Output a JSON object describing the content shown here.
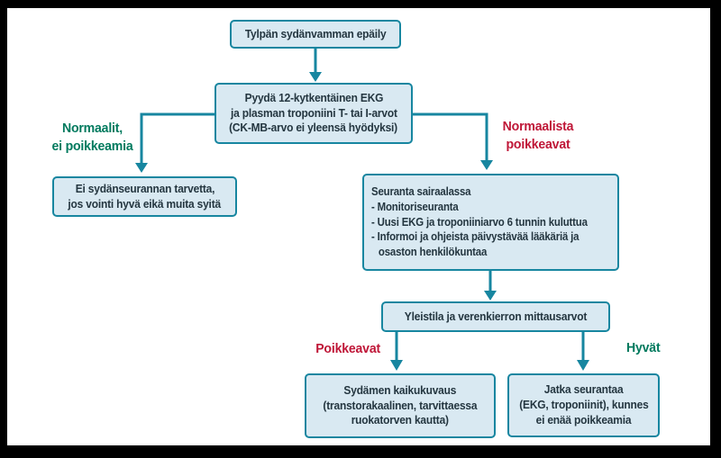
{
  "palette": {
    "frame": "#000000",
    "background": "#ffffff",
    "arrow_teal": "#1786a0",
    "box_fill": "#d9e9f2",
    "box_border": "#1786a0",
    "box_text": "#243640",
    "green_label": "#007a5e",
    "red_label": "#bf1637"
  },
  "nodes": {
    "suspicion": {
      "lines": [
        "Tylpän sydänvamman epäily"
      ]
    },
    "ekg_troponin": {
      "lines": [
        "Pyydä 12-kytkentäinen EKG",
        "ja plasman troponiini T- tai I-arvot",
        "(CK-MB-arvo ei yleensä hyödyksi)"
      ]
    },
    "no_cardiac_monitoring": {
      "lines": [
        "Ei sydänseurannan tarvetta,",
        "jos vointi hyvä eikä muita syitä"
      ]
    },
    "hospital_monitoring": {
      "lines": [
        "Seuranta sairaalassa",
        "- Monitoriseuranta",
        "- Uusi EKG ja troponiiniarvo 6 tunnin kuluttua",
        "- Informoi ja ohjeista päivystävää lääkäriä ja",
        "osaston henkilökuntaa"
      ]
    },
    "vitals_check": {
      "lines": [
        "Yleistila ja verenkierron mittausarvot"
      ]
    },
    "echocardiography": {
      "lines": [
        "Sydämen kaikukuvaus",
        "(transtorakaalinen, tarvittaessa",
        "ruokatorven kautta)"
      ]
    },
    "continue_monitoring": {
      "lines": [
        "Jatka seurantaa",
        "(EKG, troponiinit), kunnes",
        "ei enää poikkeamia"
      ]
    }
  },
  "branch_labels": {
    "normal": {
      "lines": [
        "Normaalit,",
        "ei poikkeamia"
      ]
    },
    "abnormal": {
      "lines": [
        "Normaalista",
        "poikkeavat"
      ]
    },
    "deviating": {
      "lines": [
        "Poikkeavat"
      ]
    },
    "good": {
      "lines": [
        "Hyvät"
      ]
    }
  },
  "edges": [
    {
      "from": "suspicion",
      "to": "ekg_troponin",
      "label": ""
    },
    {
      "from": "ekg_troponin",
      "to": "no_cardiac_monitoring",
      "label": "Normaalit, ei poikkeamia"
    },
    {
      "from": "ekg_troponin",
      "to": "hospital_monitoring",
      "label": "Normaalista poikkeavat"
    },
    {
      "from": "hospital_monitoring",
      "to": "vitals_check",
      "label": ""
    },
    {
      "from": "vitals_check",
      "to": "echocardiography",
      "label": "Poikkeavat"
    },
    {
      "from": "vitals_check",
      "to": "continue_monitoring",
      "label": "Hyvät"
    }
  ]
}
